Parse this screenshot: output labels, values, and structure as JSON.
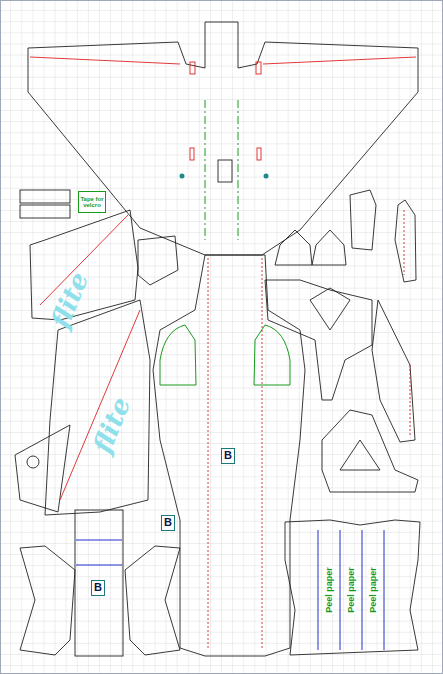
{
  "diagram": {
    "nodes": [
      {
        "text": [
          "Tape for velcro"
        ]
      },
      {
        "text": [
          "B"
        ]
      },
      {
        "text": [
          "B"
        ]
      },
      {
        "text": [
          "B"
        ]
      }
    ],
    "labels": [
      "flite",
      "flite",
      "Peel paper",
      "Peel paper",
      "Peel paper"
    ]
  }
}
